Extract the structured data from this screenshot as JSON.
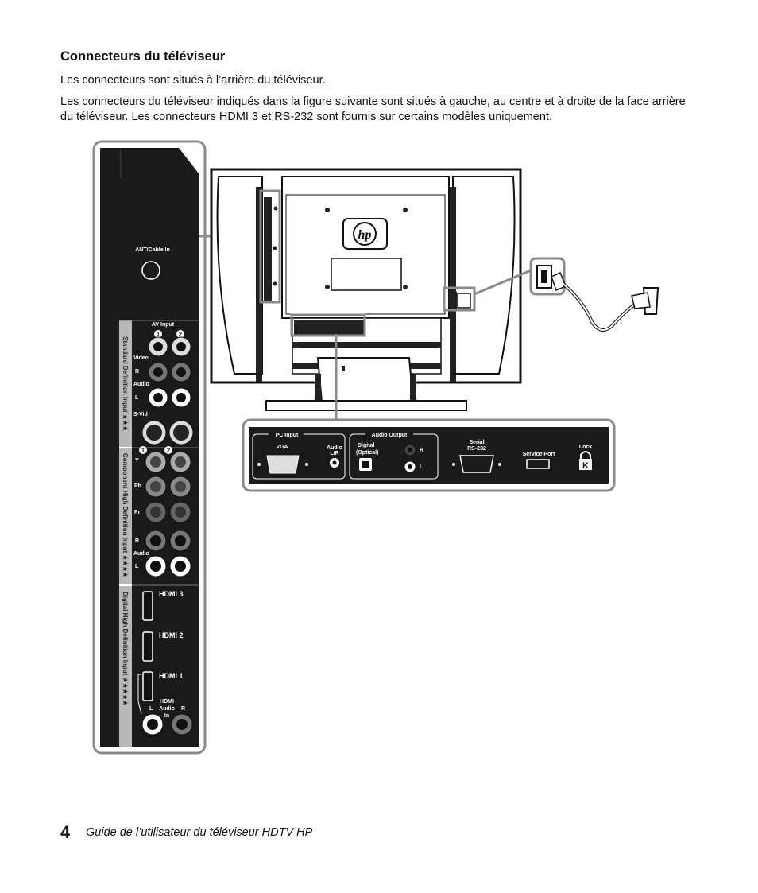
{
  "page": {
    "heading": "Connecteurs du téléviseur",
    "paragraph1": "Les connecteurs sont situés à l’arrière du téléviseur.",
    "paragraph2": "Les connecteurs du téléviseur indiqués dans la figure suivante sont situés à gauche, au centre et à droite de la face arrière du téléviseur. Les connecteurs HDMI 3 et RS-232 sont fournis sur certains modèles uniquement.",
    "footer_page_number": "4",
    "footer_title": "Guide de l’utilisateur du téléviseur HDTV HP"
  },
  "left_panel": {
    "ant": "ANT/Cable In",
    "av_input": "AV Input",
    "num1": "1",
    "num2": "2",
    "video": "Video",
    "r": "R",
    "audio": "Audio",
    "l": "L",
    "svid": "S-Vid",
    "y": "Y",
    "pb": "Pb",
    "pr": "Pr",
    "hdmi3": "HDMI 3",
    "hdmi2": "HDMI 2",
    "hdmi1": "HDMI 1",
    "hdmi_audio_1": "HDMI",
    "hdmi_audio_2": "Audio",
    "hdmi_audio_3": "In",
    "section_std": "Standard Definition Input  ★★★",
    "section_comp": "Component High Definition Input  ★★★★",
    "section_dig": "Digital High Definition Input  ★★★★★"
  },
  "bottom_panel": {
    "pc_input": "PC Input",
    "vga": "VGA",
    "audio_lr_1": "Audio",
    "audio_lr_2": "L/R",
    "audio_output": "Audio Output",
    "digital_1": "Digital",
    "digital_2": "(Optical)",
    "r": "R",
    "l": "L",
    "serial_1": "Serial",
    "serial_2": "RS-232",
    "service_port": "Service Port",
    "lock": "Lock"
  },
  "colors": {
    "panel_dark": "#1a1a1a",
    "callout_border": "#8a8a8a",
    "section_gray": "#b8b8b8"
  }
}
